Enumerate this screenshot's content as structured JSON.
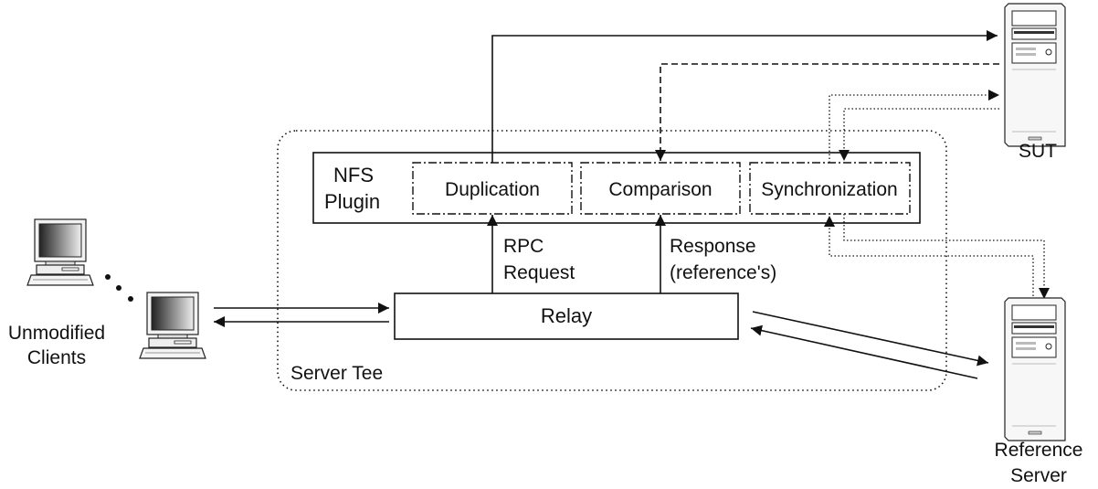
{
  "server_tee_label": "Server Tee",
  "plugin": {
    "title_line1": "NFS",
    "title_line2": "Plugin",
    "modules": {
      "duplication": "Duplication",
      "comparison": "Comparison",
      "synchronization": "Synchronization"
    }
  },
  "relay_label": "Relay",
  "rpc_request": {
    "line1": "RPC",
    "line2": "Request"
  },
  "response": {
    "line1": "Response",
    "line2": "(reference's)"
  },
  "clients_label": {
    "line1": "Unmodified",
    "line2": "Clients"
  },
  "sut_label": "SUT",
  "reference_server_label": {
    "line1": "Reference",
    "line2": "Server"
  },
  "icons": {
    "client": "desktop-computer-icon",
    "server": "tower-server-icon"
  }
}
